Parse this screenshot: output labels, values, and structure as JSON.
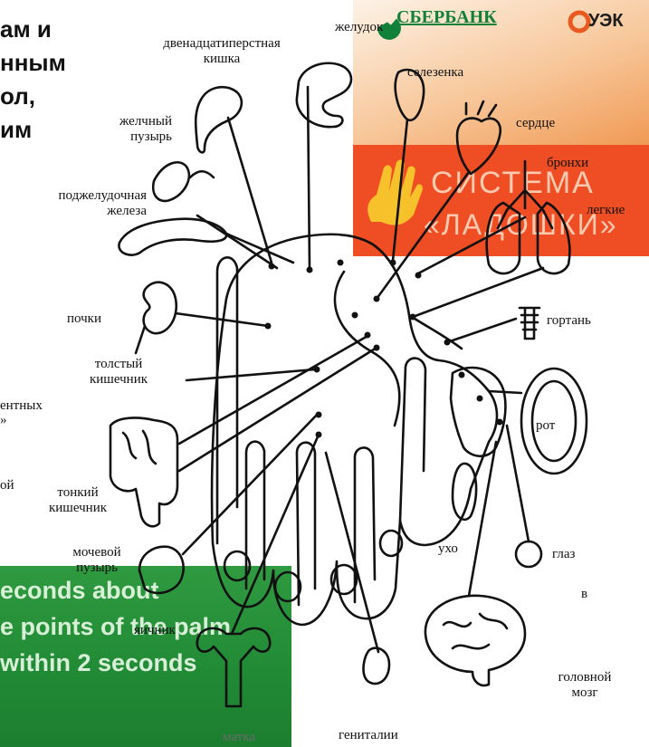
{
  "top_text_fragments": [
    "ам и",
    "нным",
    "ол,",
    "им"
  ],
  "left_edge_fragments": [
    "ентных",
    "»",
    "ой"
  ],
  "banner_top": {
    "sberbank": "СБЕРБАНК",
    "uek": "УЭК",
    "title_line1": "СИСТЕМА",
    "title_line2": "«ЛАДОШКИ»",
    "colors": {
      "band": "#ef4d23",
      "sber_green": "#11813a"
    }
  },
  "banner_bottom": {
    "line1": "econds about",
    "line2": "e points of the palm",
    "line3": "within 2 seconds",
    "color": "#218a35"
  },
  "labels": {
    "duodenum": "двенадцатиперстная\nкишка",
    "stomach": "желудок",
    "spleen": "селезенка",
    "heart": "сердце",
    "bronchi": "бронхи",
    "lungs": "легкие",
    "gallbladder": "желчный\nпузырь",
    "pancreas": "поджелудочная\nжелеза",
    "kidneys": "почки",
    "larynx": "гортань",
    "large_intestine": "толстый\nкишечник",
    "mouth": "рот",
    "small_intestine": "тонкий\nкишечник",
    "bladder": "мочевой\nпузырь",
    "ear": "ухо",
    "eye": "глаз",
    "v": "в",
    "ovaries": "яичник",
    "uterus": "матка",
    "brain": "головной\nмозг",
    "genitals": "гениталии"
  }
}
